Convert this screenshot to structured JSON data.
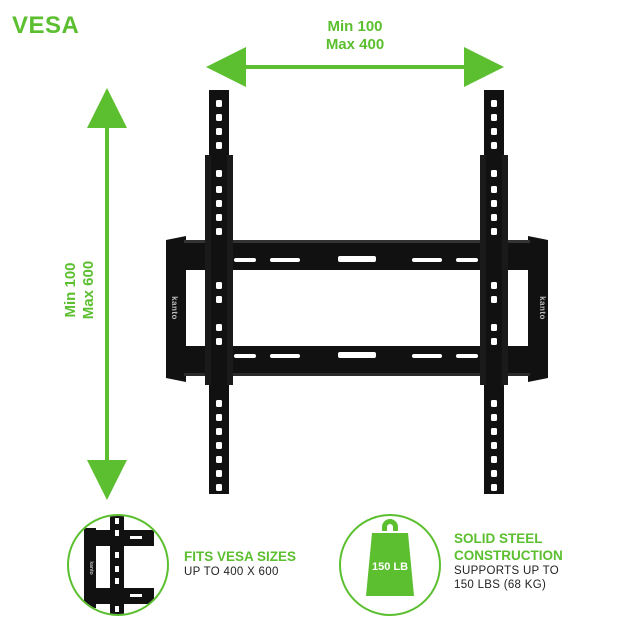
{
  "title": "VESA",
  "horizontal_dimension": {
    "line1": "Min 100",
    "line2": "Max 400"
  },
  "vertical_dimension": {
    "line1": "Min 100",
    "line2": "Max 600"
  },
  "brand": "kanto",
  "features": [
    {
      "title": "FITS VESA SIZES",
      "subtitle": "UP TO 400 X 600"
    },
    {
      "title_line1": "SOLID STEEL",
      "title_line2": "CONSTRUCTION",
      "subtitle_line1": "SUPPORTS UP TO",
      "subtitle_line2": "150 LBS (68 KG)",
      "weight_badge": "150 LB"
    }
  ],
  "colors": {
    "accent": "#5bbf2f",
    "product": "#111111"
  }
}
